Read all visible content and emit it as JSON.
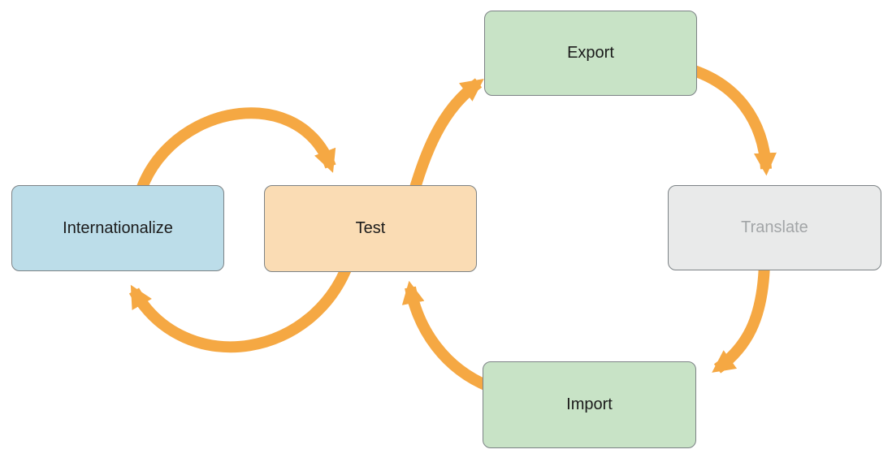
{
  "diagram": {
    "type": "cycle-flowchart",
    "description": "Localization workflow with two linked cycles",
    "arrow_color": "#F5A843",
    "node_border_color": "#7C8285",
    "nodes": [
      {
        "id": "internationalize",
        "label": "Internationalize",
        "fill": "#BCDDE9",
        "text_color": "#1B1B1B",
        "state": "active"
      },
      {
        "id": "test",
        "label": "Test",
        "fill": "#FADCB4",
        "text_color": "#1B1B1B",
        "state": "active"
      },
      {
        "id": "export",
        "label": "Export",
        "fill": "#C8E3C6",
        "text_color": "#1B1B1B",
        "state": "active"
      },
      {
        "id": "translate",
        "label": "Translate",
        "fill": "#E9EAEA",
        "text_color": "#A2A5A7",
        "state": "inactive"
      },
      {
        "id": "import",
        "label": "Import",
        "fill": "#C8E3C6",
        "text_color": "#1B1B1B",
        "state": "active"
      }
    ],
    "edges": [
      {
        "from": "Internationalize",
        "to": "Test"
      },
      {
        "from": "Test",
        "to": "Internationalize"
      },
      {
        "from": "Test",
        "to": "Export"
      },
      {
        "from": "Export",
        "to": "Translate"
      },
      {
        "from": "Translate",
        "to": "Import"
      },
      {
        "from": "Import",
        "to": "Test"
      }
    ]
  }
}
